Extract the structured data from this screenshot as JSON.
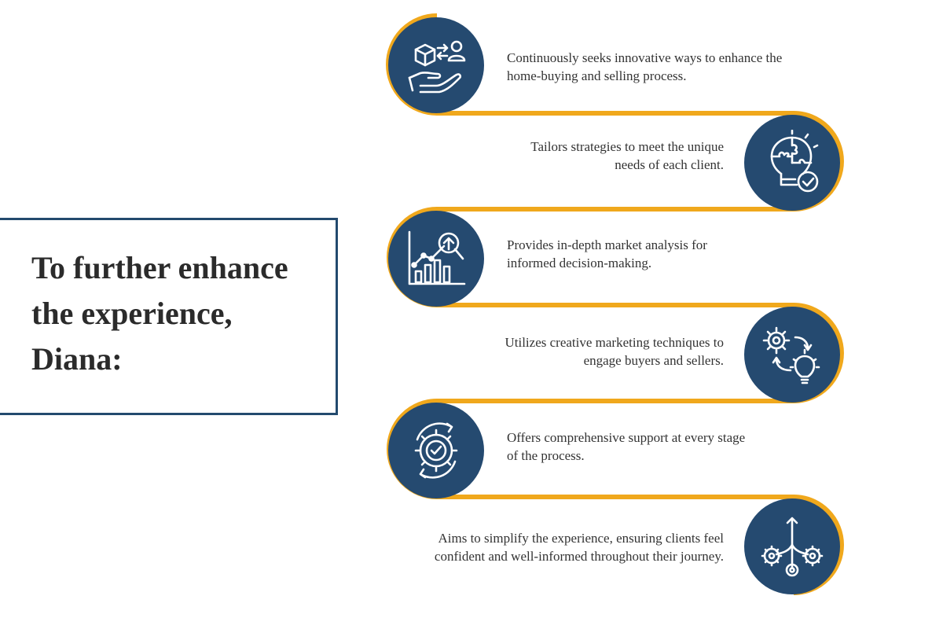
{
  "heading": {
    "line1": "To further enhance",
    "line2": "the experience,",
    "line3": "Diana:"
  },
  "steps": [
    {
      "text_line1": "Continuously seeks innovative ways to enhance the",
      "text_line2": "home-buying and selling process.",
      "icon": "property-exchange-icon"
    },
    {
      "text_line1": "Tailors strategies to meet the unique",
      "text_line2": "needs of each client.",
      "icon": "puzzle-lightbulb-icon"
    },
    {
      "text_line1": "Provides in-depth market analysis for",
      "text_line2": "informed decision-making.",
      "icon": "market-analysis-icon"
    },
    {
      "text_line1": "Utilizes creative marketing techniques to",
      "text_line2": "engage buyers and sellers.",
      "icon": "gear-lightbulb-icon"
    },
    {
      "text_line1": "Offers comprehensive support at every stage",
      "text_line2": "of the process.",
      "icon": "gear-check-icon"
    },
    {
      "text_line1": "Aims to simplify the experience, ensuring clients feel",
      "text_line2": "confident and well-informed throughout their journey.",
      "icon": "branching-gears-icon"
    }
  ],
  "colors": {
    "circle": "#254a70",
    "connector": "#f0a81c",
    "frame": "#234a6e",
    "heading_text": "#2b2b2b",
    "body_text": "#333333"
  }
}
